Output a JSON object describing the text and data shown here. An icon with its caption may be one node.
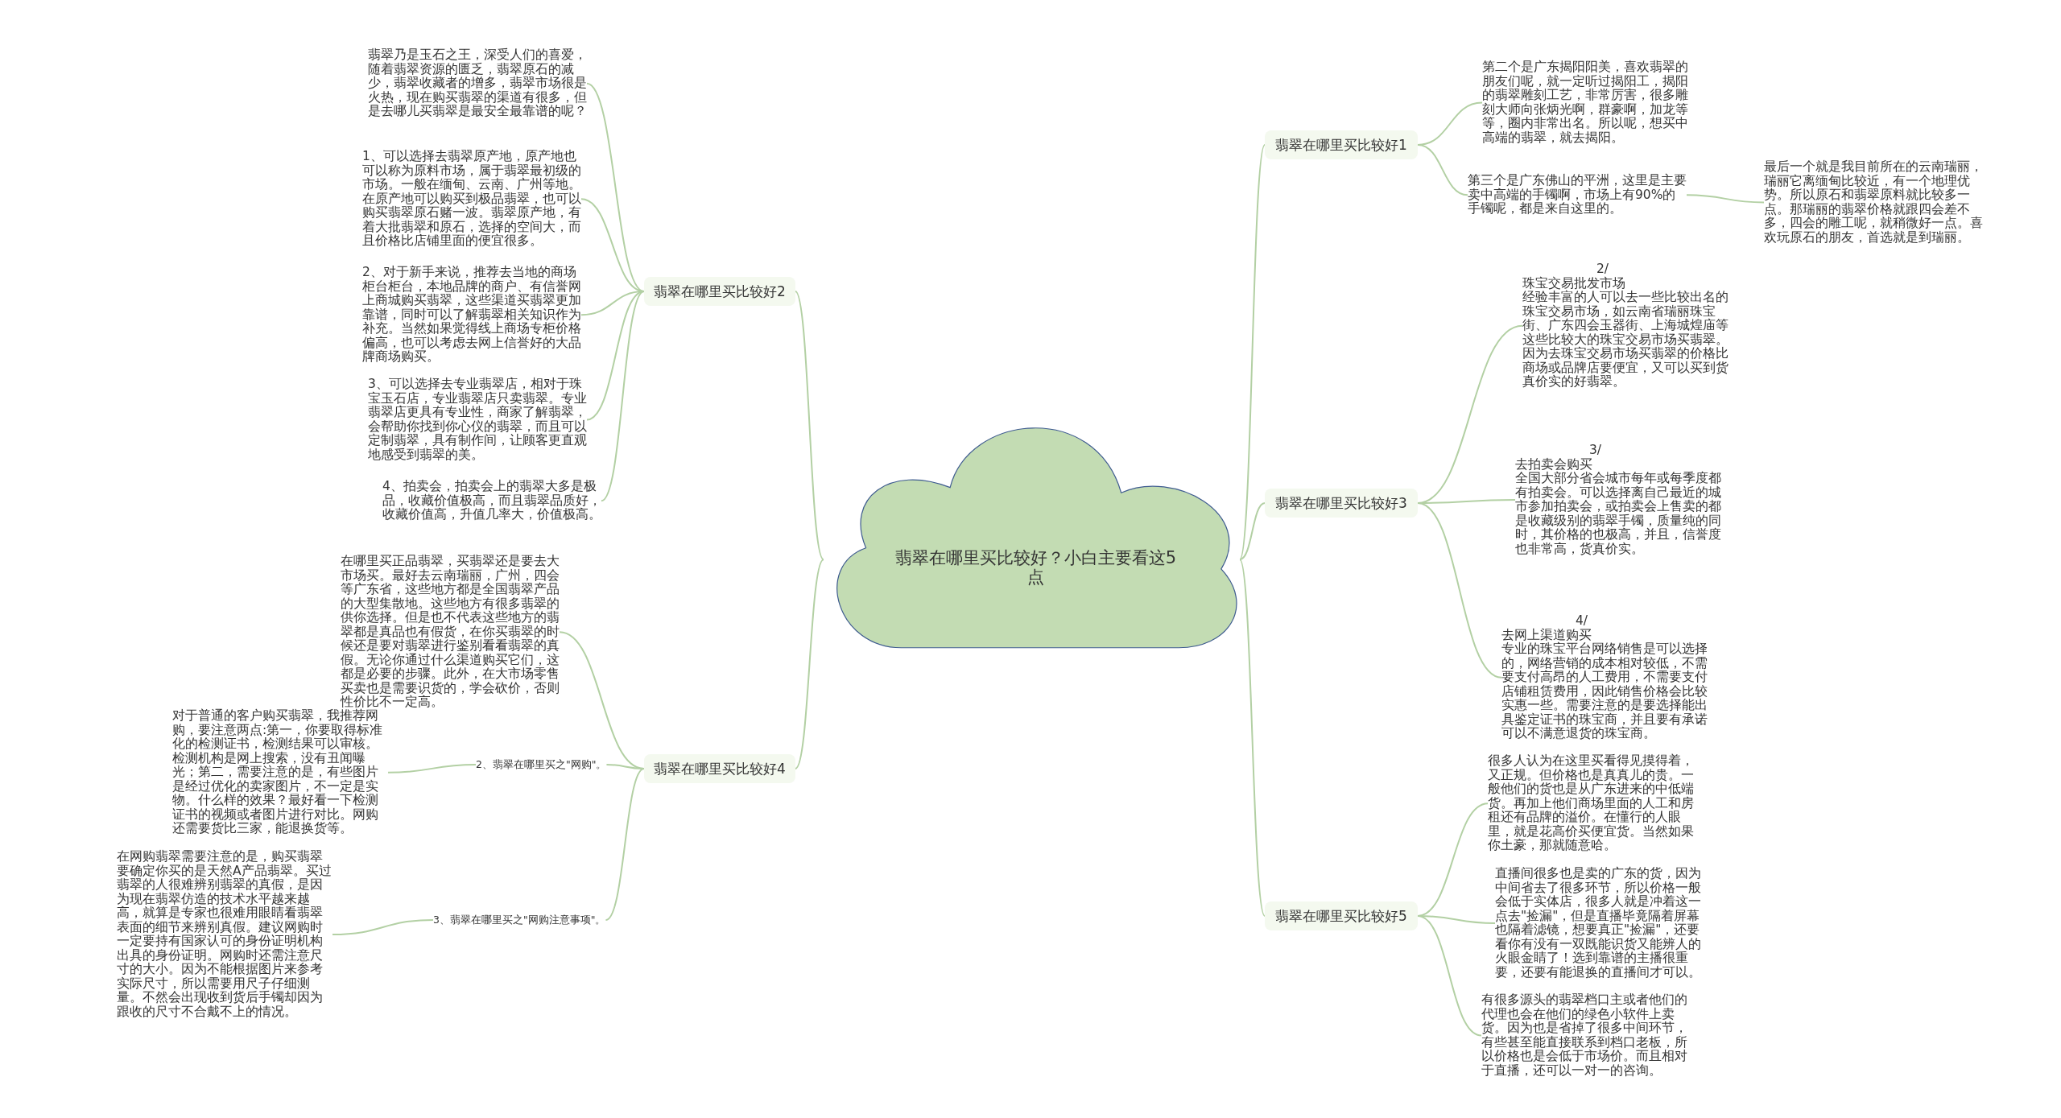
{
  "diagram": {
    "nodes": [
      {
        "text": [
          "翡翠在哪里买比较好？小白主要看这5点"
        ]
      },
      {
        "text": [
          "翡翠在哪里买比较好2"
        ]
      },
      {
        "text": [
          "翡翠在哪里买比较好4"
        ]
      },
      {
        "text": [
          "翡翠在哪里买比较好1"
        ]
      },
      {
        "text": [
          "翡翠在哪里买比较好3"
        ]
      },
      {
        "text": [
          "翡翠在哪里买比较好5"
        ]
      },
      {
        "text": [
          "翡翠乃是玉石之王，深受人们的喜爱，随着翡翠资源的匮乏，翡翠原石的减少，翡翠收藏者的增多，翡翠市场很是火热，现在购买翡翠的渠道有很多，但是去哪儿买翡翠是最安全最靠谱的呢？"
        ]
      },
      {
        "text": [
          "1、可以选择去翡翠原产地，原产地也可以称为原料市场，属于翡翠最初级的市场。一般在缅甸、云南、广州等地。在原产地可以购买到极品翡翠，也可以购买翡翠原石赌一波。翡翠原产地，有着大批翡翠和原石，选择的空间大，而且价格比店铺里面的便宜很多。"
        ]
      },
      {
        "text": [
          "2、对于新手来说，推荐去当地的商场柜台柜台，本地品牌的商户、有信誉网上商城购买翡翠，这些渠道买翡翠更加靠谱，同时可以了解翡翠相关知识作为补充。当然如果觉得线上商场专柜价格偏高，也可以考虑去网上信誉好的大品牌商场购买。"
        ]
      },
      {
        "text": [
          "3、可以选择去专业翡翠店，相对于珠宝玉石店，专业翡翠店只卖翡翠。专业翡翠店更具有专业性，商家了解翡翠，会帮助你找到你心仪的翡翠，而且可以定制翡翠，具有制作间，让顾客更直观地感受到翡翠的美。"
        ]
      },
      {
        "text": [
          "4、拍卖会，拍卖会上的翡翠大多是极品，收藏价值极高，而且翡翠品质好，收藏价值高，升值几率大，价值极高。"
        ]
      },
      {
        "text": [
          "在哪里买正品翡翠，买翡翠还是要去大市场买。最好去云南瑞丽，广州，四会等广东省，这些地方都是全国翡翠产品的大型集散地。这些地方有很多翡翠的供你选择。但是也不代表这些地方的翡翠都是真品也有假货，在你买翡翠的时候还是要对翡翠进行鉴别看看翡翠的真假。无论你通过什么渠道购买它们，这都是必要的步骤。此外，在大市场零售买卖也是需要识货的，学会砍价，否则性价比不一定高。"
        ]
      },
      {
        "text": [
          "2、翡翠在哪里买之\"网购\"。"
        ]
      },
      {
        "text": [
          "对于普通的客户购买翡翠，我推荐网购，要注意两点:第一，你要取得标准化的检测证书，检测结果可以审核。检测机构是网上搜索，没有丑闻曝光；第二，需要注意的是，有些图片是经过优化的卖家图片，不一定是实物。什么样的效果？最好看一下检测证书的视频或者图片进行对比。网购还需要货比三家，能退换货等。"
        ]
      },
      {
        "text": [
          "3、翡翠在哪里买之\"网购注意事项\"。"
        ]
      },
      {
        "text": [
          "在网购翡翠需要注意的是，购买翡翠要确定你买的是天然A产品翡翠。买过翡翠的人很难辨别翡翠的真假，是因为现在翡翠仿造的技术水平越来越高，就算是专家也很难用眼睛看翡翠表面的细节来辨别真假。建议网购时一定要持有国家认可的身份证明机构出具的身份证明。网购时还需注意尺寸的大小。因为不能根据图片来参考实际尺寸，所以需要用尺子仔细测量。不然会出现收到货后手镯却因为跟收的尺寸不合戴不上的情况。"
        ]
      },
      {
        "text": [
          "第二个是广东揭阳阳美，喜欢翡翠的朋友们呢，就一定听过揭阳工，揭阳的翡翠雕刻工艺，非常厉害，很多雕刻大师向张炳光啊，群豪啊，加龙等等，圈内非常出名。所以呢，想买中高端的翡翠，就去揭阳。"
        ]
      },
      {
        "text": [
          "第三个是广东佛山的平洲，这里是主要卖中高端的手镯啊，市场上有90%的手镯呢，都是来自这里的。"
        ]
      },
      {
        "text": [
          "最后一个就是我目前所在的云南瑞丽，瑞丽它离缅甸比较近，有一个地理优势。所以原石和翡翠原料就比较多一点。那瑞丽的翡翠价格就跟四会差不多，四会的雕工呢，就稍微好一点。喜欢玩原石的朋友，首选就是到瑞丽。"
        ]
      },
      {
        "text": [
          "2/",
          "珠宝交易批发市场",
          "经验丰富的人可以去一些比较出名的珠宝交易市场，如云南省瑞丽珠宝街、广东四会玉器街、上海城煌庙等这些比较大的珠宝交易市场买翡翠。因为去珠宝交易市场买翡翠的价格比商场或品牌店要便宜，又可以买到货真价实的好翡翠。"
        ]
      },
      {
        "text": [
          "3/",
          "去拍卖会购买",
          "全国大部分省会城市每年或每季度都有拍卖会。可以选择离自己最近的城市参加拍卖会，或拍卖会上售卖的都是收藏级别的翡翠手镯，质量纯的同时，其价格的也极高，并且，信誉度也非常高，货真价实。"
        ]
      },
      {
        "text": [
          "4/",
          "去网上渠道购买",
          "专业的珠宝平台网络销售是可以选择的，网络营销的成本相对较低，不需要支付高昂的人工费用，不需要支付店铺租赁费用，因此销售价格会比较实惠一些。需要注意的是要选择能出具鉴定证书的珠宝商，并且要有承诺可以不满意退货的珠宝商。"
        ]
      },
      {
        "text": [
          "很多人认为在这里买看得见摸得着，又正规。但价格也是真真儿的贵。一般他们的货也是从广东进来的中低端货。再加上他们商场里面的人工和房租还有品牌的溢价。在懂行的人眼里，就是花高价买便宜货。当然如果你土豪，那就随意哈。"
        ]
      },
      {
        "text": [
          "直播间很多也是卖的广东的货，因为中间省去了很多环节，所以价格一般会低于实体店，很多人就是冲着这一点去\"捡漏\"，但是直播毕竟隔着屏幕也隔着滤镜，想要真正\"捡漏\"，还要看你有没有一双既能识货又能辨人的火眼金睛了！选到靠谱的主播很重要，还要有能退换的直播间才可以。"
        ]
      },
      {
        "text": [
          "有很多源头的翡翠档口主或者他们的代理也会在他们的绿色小软件上卖货。因为也是省掉了很多中间环节，有些甚至能直接联系到档口老板，所以价格也是会低于市场价。而且相对于直播，还可以一对一的咨询。"
        ]
      }
    ],
    "edges": [
      {
        "from": 0,
        "to": 1,
        "arrow": "none"
      },
      {
        "from": 0,
        "to": 2,
        "arrow": "none"
      },
      {
        "from": 0,
        "to": 3,
        "arrow": "none"
      },
      {
        "from": 0,
        "to": 4,
        "arrow": "none"
      },
      {
        "from": 0,
        "to": 5,
        "arrow": "none"
      },
      {
        "from": 1,
        "to": 6,
        "arrow": "none"
      },
      {
        "from": 1,
        "to": 7,
        "arrow": "none"
      },
      {
        "from": 1,
        "to": 8,
        "arrow": "none"
      },
      {
        "from": 1,
        "to": 9,
        "arrow": "none"
      },
      {
        "from": 1,
        "to": 10,
        "arrow": "none"
      },
      {
        "from": 2,
        "to": 11,
        "arrow": "none"
      },
      {
        "from": 2,
        "to": 12,
        "arrow": "none"
      },
      {
        "from": 2,
        "to": 14,
        "arrow": "none"
      },
      {
        "from": 12,
        "to": 13,
        "arrow": "none"
      },
      {
        "from": 14,
        "to": 15,
        "arrow": "none"
      },
      {
        "from": 3,
        "to": 16,
        "arrow": "none"
      },
      {
        "from": 3,
        "to": 17,
        "arrow": "none"
      },
      {
        "from": 17,
        "to": 18,
        "arrow": "none"
      },
      {
        "from": 4,
        "to": 19,
        "arrow": "none"
      },
      {
        "from": 4,
        "to": 20,
        "arrow": "none"
      },
      {
        "from": 4,
        "to": 21,
        "arrow": "none"
      },
      {
        "from": 5,
        "to": 22,
        "arrow": "none"
      },
      {
        "from": 5,
        "to": 23,
        "arrow": "none"
      },
      {
        "from": 5,
        "to": 24,
        "arrow": "none"
      }
    ]
  }
}
